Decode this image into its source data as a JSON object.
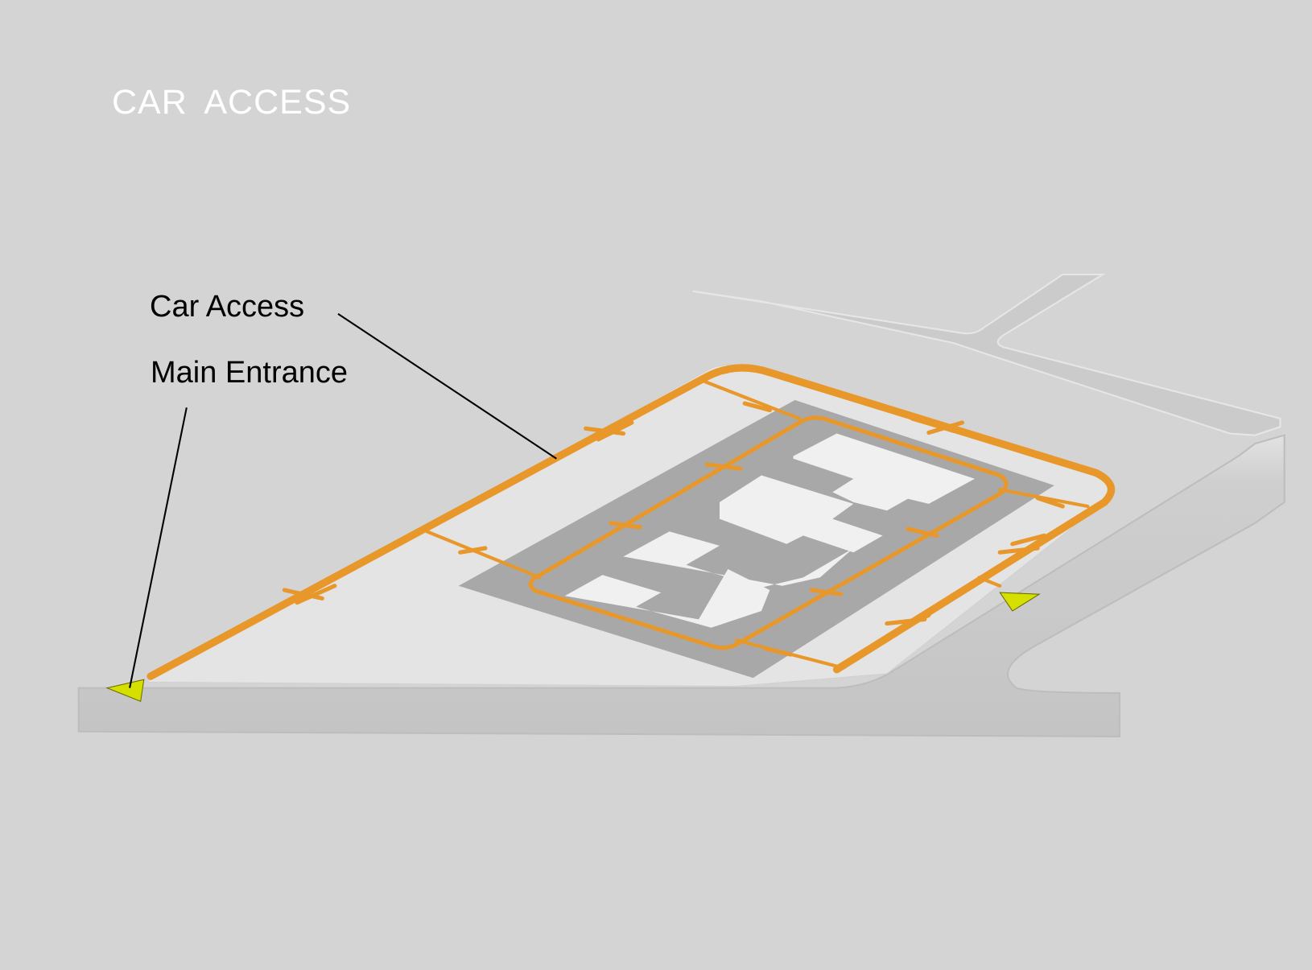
{
  "title": "CAR  ACCESS",
  "labels": {
    "car_access": "Car Access",
    "main_entrance": "Main Entrance"
  },
  "colors": {
    "background": "#d4d4d4",
    "route": "#e8982a",
    "entrance_marker": "#d6e000",
    "podium": "#a8a8a8",
    "building": "#f0f0f0"
  }
}
